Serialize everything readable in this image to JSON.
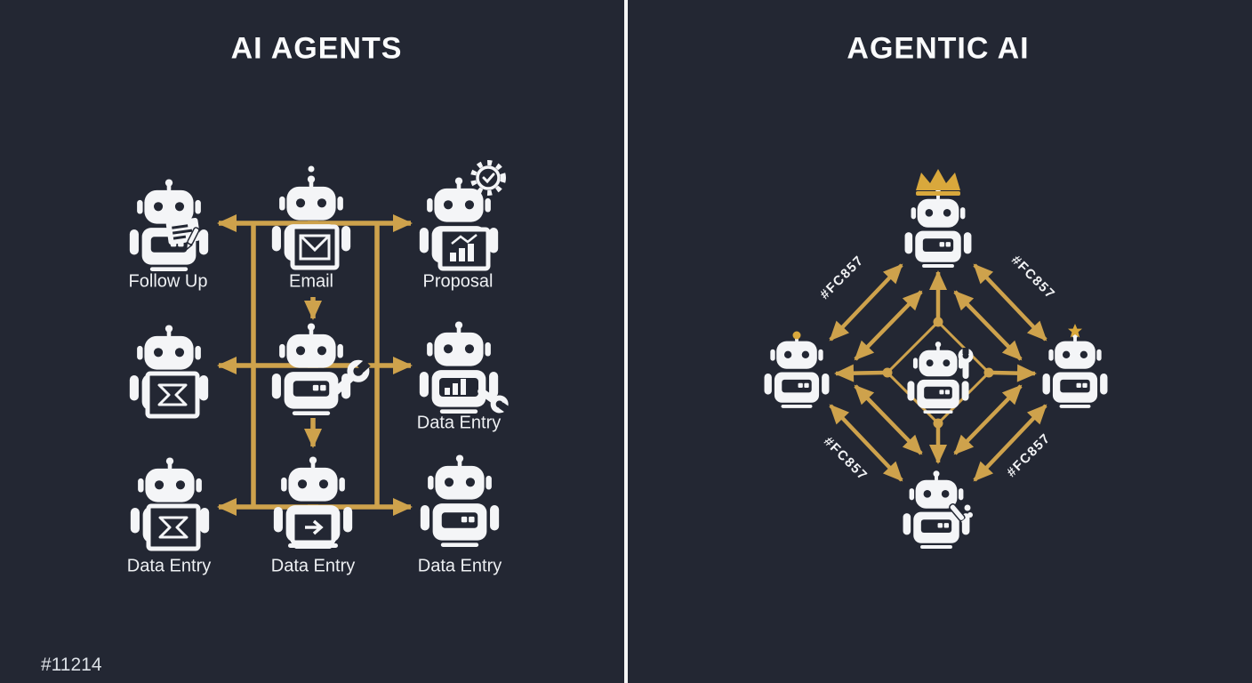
{
  "left_panel": {
    "title": "AI AGENTS",
    "robots": [
      {
        "name": "follow-up-robot",
        "label": "Follow Up",
        "icon": "clipboard-icon"
      },
      {
        "name": "email-robot",
        "label": "Email",
        "icon": "envelope-icon"
      },
      {
        "name": "proposal-robot",
        "label": "Proposal",
        "icon": "chart-tablet-icon",
        "badge": "gear-check-icon"
      },
      {
        "name": "mail-frame-robot",
        "label": "",
        "icon": "mail-frame-icon"
      },
      {
        "name": "wrench-robot",
        "label": "",
        "icon": "wrench-icon"
      },
      {
        "name": "data-entry-robot-right",
        "label": "Data Entry",
        "icon": "chart-bars-wrench-icon"
      },
      {
        "name": "data-entry-robot-bottom-left",
        "label": "Data Entry",
        "icon": "mail-frame-icon"
      },
      {
        "name": "data-entry-robot-bottom-center",
        "label": "Data Entry",
        "icon": "laptop-arrow-icon"
      },
      {
        "name": "data-entry-robot-bottom-right",
        "label": "Data Entry",
        "icon": "panel-icon"
      }
    ]
  },
  "right_panel": {
    "title": "AGENTIC AI",
    "robots": [
      {
        "name": "leader-robot",
        "icon": "crown-icon"
      },
      {
        "name": "left-robot",
        "icon": "antenna-dot-icon"
      },
      {
        "name": "center-robot",
        "icon": "wrench-icon"
      },
      {
        "name": "right-robot",
        "icon": "star-icon"
      },
      {
        "name": "bottom-robot",
        "icon": "pen-icon"
      }
    ],
    "edge_labels": [
      "#FC857",
      "#FC857",
      "#FC857",
      "#FC857"
    ]
  },
  "footer": {
    "code": "#11214"
  },
  "icons": {
    "crown-icon": "♛",
    "star-icon": "★",
    "wrench-icon": "🔧",
    "envelope-icon": "✉",
    "chart-tablet-icon": "📊",
    "laptop-arrow-icon": "💻",
    "clipboard-icon": "📋",
    "gear-check-icon": "⚙",
    "pen-icon": "✎",
    "robot-icon": "🤖"
  },
  "colors": {
    "background": "#232733",
    "arrow_gold": "#CEA24C",
    "crown_gold": "#D9A83C",
    "icon_white": "#F4F5F7",
    "divider": "#F5F5F5",
    "label_text": "#EEF0F3"
  }
}
